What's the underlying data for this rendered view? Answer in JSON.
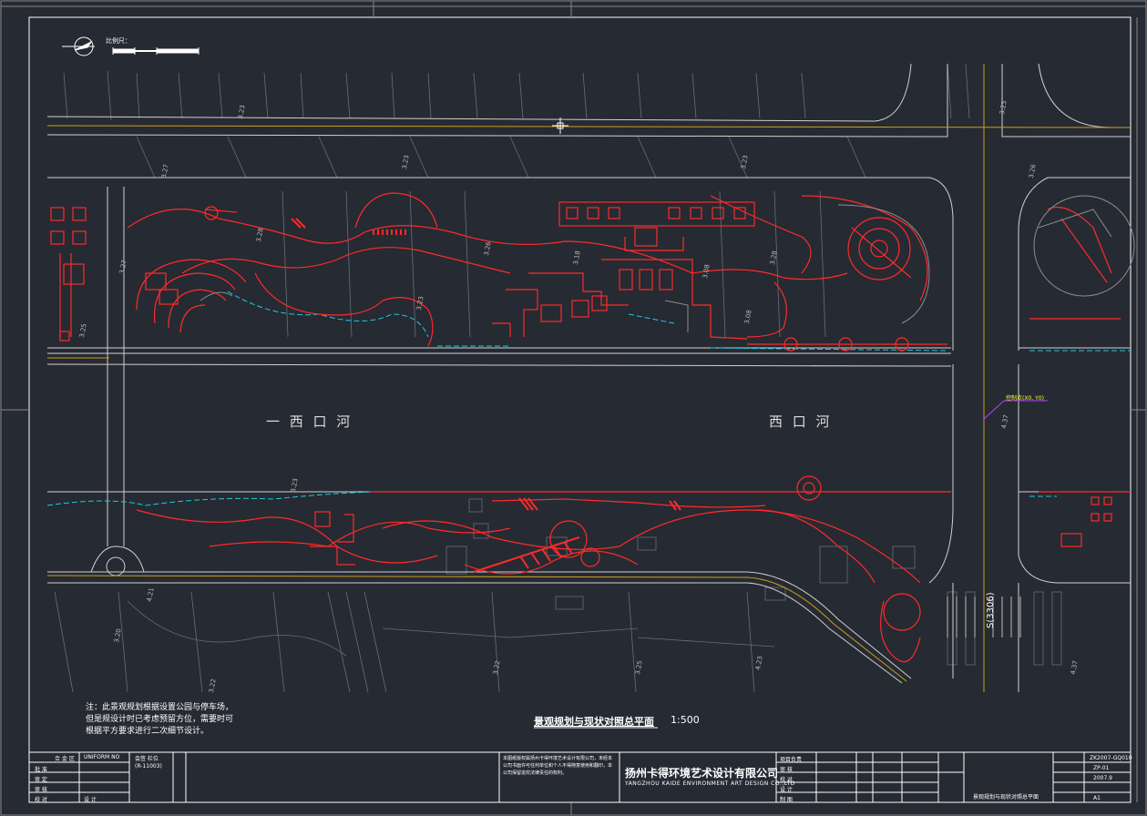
{
  "drawing": {
    "scale_bar_label": "比例尺：",
    "title": "景观规划与现状对照总平面",
    "scale": "1:500",
    "river_label_left": "一   西 口 河",
    "river_label_right": "西 口 河",
    "point_annotation": "控制点(X0, Y0)",
    "road_label": "S(3306)",
    "note": "注：此景观规划根据设置公园与停车场，但是规设计时已考虑预留方位，需要时可根据平方要求进行二次细节设计。",
    "elevations": [
      "3.23",
      "3.27",
      "3.23",
      "3.23",
      "3.25",
      "3.26",
      "3.28",
      "3.26",
      "3.18",
      "3.08",
      "3.28",
      "3.08",
      "4.37",
      "3.27",
      "3.25",
      "3.23",
      "3.23",
      "3.22",
      "3.25",
      "3.20",
      "3.22",
      "4.21",
      "4.23",
      "4.37"
    ]
  },
  "title_block": {
    "left_cells": [
      "合 金 区",
      "UNIFORM NO",
      "会签 栏位",
      "(R-11003)",
      "批 准",
      "审 定",
      "审 核",
      "校 对",
      "设 计"
    ],
    "copyright_note": "本图纸版权属扬州卡得环境艺术设计有限公司，未经本公司书面许可任何单位和个人不得随意使用和翻印，本公司保留追究法律责任的权利。",
    "company_cn": "扬州卡得环境艺术设计有限公司",
    "company_en": "YANGZHOU KAIDE ENVIRONMENT ART DESIGN CO.,LTD",
    "roles": [
      "项目负责",
      "审 核",
      "校 对",
      "设 计",
      "制 图"
    ],
    "drawing_name": "景观规划与现状对照总平面",
    "project_no": "ZK2007-GQ010",
    "drawing_no": "ZP-01",
    "date": "2007.9",
    "sheet_size": "A1"
  },
  "colors": {
    "background": "#262a32",
    "frame": "#ffffff",
    "design": "#ff2222",
    "water_edge": "#22c8e0",
    "existing": "#9a9a9a",
    "annotation": "#ffff33",
    "leader": "#b040ff",
    "road": "#cccccc",
    "road_centerline": "#c8a020"
  }
}
